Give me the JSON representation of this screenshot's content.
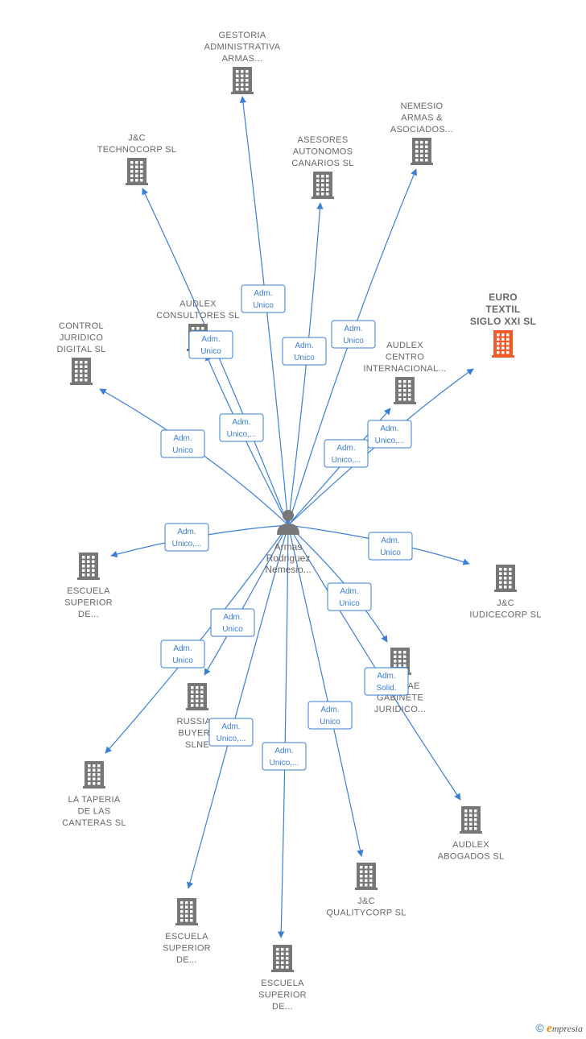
{
  "center": {
    "label": [
      "Armas",
      "Rodriguez",
      "Nemesio..."
    ],
    "icon": "person-icon"
  },
  "colors": {
    "edge": "#3a7fd5",
    "building": "#777777",
    "building_highlight": "#f05a28",
    "text": "#666666"
  },
  "nodes": [
    {
      "id": "gestoria",
      "label": [
        "GESTORIA",
        "ADMINISTRATIVA",
        "ARMAS..."
      ],
      "highlight": false,
      "icon": "building-icon"
    },
    {
      "id": "nemesio",
      "label": [
        "NEMESIO",
        "ARMAS &",
        "ASOCIADOS..."
      ],
      "highlight": false,
      "icon": "building-icon"
    },
    {
      "id": "jc_techno",
      "label": [
        "J&C",
        "TECHNOCORP SL"
      ],
      "highlight": false,
      "icon": "building-icon"
    },
    {
      "id": "asesores",
      "label": [
        "ASESORES",
        "AUTONOMOS",
        "CANARIOS  SL"
      ],
      "highlight": false,
      "icon": "building-icon"
    },
    {
      "id": "euro",
      "label": [
        "EURO",
        "TEXTIL",
        "SIGLO XXI  SL"
      ],
      "highlight": true,
      "icon": "building-icon"
    },
    {
      "id": "audlex_cons",
      "label": [
        "AUDLEX",
        "CONSULTORES SL"
      ],
      "highlight": false,
      "icon": "building-icon"
    },
    {
      "id": "control",
      "label": [
        "CONTROL",
        "JURIDICO",
        "DIGITAL  SL"
      ],
      "highlight": false,
      "icon": "building-icon"
    },
    {
      "id": "audlex_centro",
      "label": [
        "AUDLEX",
        "CENTRO",
        "INTERNACIONAL..."
      ],
      "highlight": false,
      "icon": "building-icon"
    },
    {
      "id": "escuela1",
      "label": [
        "ESCUELA",
        "SUPERIOR",
        "DE..."
      ],
      "highlight": false,
      "icon": "building-icon"
    },
    {
      "id": "jc_iudice",
      "label": [
        "J&C",
        "IUDICECORP SL"
      ],
      "highlight": false,
      "icon": "building-icon"
    },
    {
      "id": "amorae",
      "label": [
        "AMORAE",
        "GABINETE",
        "JURIDICO..."
      ],
      "highlight": false,
      "icon": "building-icon"
    },
    {
      "id": "russian",
      "label": [
        "RUSSIAN",
        "BUYERS",
        "SLNE"
      ],
      "highlight": false,
      "icon": "building-icon"
    },
    {
      "id": "tapería",
      "label": [
        "LA TAPERIA",
        "DE LAS",
        "CANTERAS  SL"
      ],
      "highlight": false,
      "icon": "building-icon"
    },
    {
      "id": "audlex_abog",
      "label": [
        "AUDLEX",
        "ABOGADOS  SL"
      ],
      "highlight": false,
      "icon": "building-icon"
    },
    {
      "id": "jc_quality",
      "label": [
        "J&C",
        "QUALITYCORP SL"
      ],
      "highlight": false,
      "icon": "building-icon"
    },
    {
      "id": "escuela2",
      "label": [
        "ESCUELA",
        "SUPERIOR",
        "DE..."
      ],
      "highlight": false,
      "icon": "building-icon"
    },
    {
      "id": "escuela3",
      "label": [
        "ESCUELA",
        "SUPERIOR",
        "DE..."
      ],
      "highlight": false,
      "icon": "building-icon"
    }
  ],
  "relations": [
    {
      "to": "gestoria",
      "label": [
        "Adm.",
        "Unico"
      ]
    },
    {
      "to": "jc_techno",
      "label": [
        "Adm.",
        "Unico"
      ]
    },
    {
      "to": "asesores",
      "label": [
        "Adm.",
        "Unico"
      ]
    },
    {
      "to": "nemesio",
      "label": [
        "Adm.",
        "Unico"
      ]
    },
    {
      "to": "audlex_cons",
      "label": [
        "Adm.",
        "Unico,..."
      ]
    },
    {
      "to": "control",
      "label": [
        "Adm.",
        "Unico"
      ]
    },
    {
      "to": "audlex_centro",
      "label": [
        "Adm.",
        "Unico,..."
      ]
    },
    {
      "to": "euro",
      "label": [
        "Adm.",
        "Unico,..."
      ]
    },
    {
      "to": "escuela1",
      "label": [
        "Adm.",
        "Unico,..."
      ]
    },
    {
      "to": "jc_iudice",
      "label": [
        "Adm.",
        "Unico"
      ]
    },
    {
      "to": "amorae",
      "label": [
        "Adm.",
        "Unico"
      ]
    },
    {
      "to": "russian",
      "label": [
        "Adm.",
        "Unico"
      ]
    },
    {
      "to": "tapería",
      "label": [
        "Adm.",
        "Unico"
      ]
    },
    {
      "to": "audlex_abog",
      "label": [
        "Adm.",
        "Solid."
      ]
    },
    {
      "to": "escuela2",
      "label": [
        "Adm.",
        "Unico,..."
      ]
    },
    {
      "to": "escuela3",
      "label": [
        "Adm.",
        "Unico,..."
      ]
    },
    {
      "to": "jc_quality",
      "label": [
        "Adm.",
        "Unico"
      ]
    }
  ],
  "footer": {
    "copyright": "©",
    "brand_initial": "e",
    "brand_rest": "mpresia"
  }
}
